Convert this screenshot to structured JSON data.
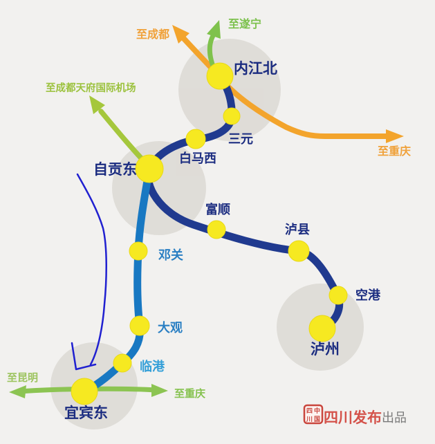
{
  "colors": {
    "background": "#f2f1ef",
    "region_circle": "#dcd9d3",
    "main_line": "#203a8f",
    "branch_line": "#1878c2",
    "chengyu_line": "#f3a42c",
    "green_arrow": "#7fc24c",
    "airport_arrow": "#a5c73c",
    "kunming_line": "#8cc452",
    "station_fill": "#f6e921",
    "station_edge": "#e8d816",
    "main_label": "#1b2c80",
    "branch_label": "#2a7fc3",
    "lingang_label": "#339fd8",
    "orange_label": "#f0a13a",
    "green_label": "#7cc14d",
    "airport_label": "#9cc23e",
    "kunming_label": "#9dc45f",
    "chongqing_south_label": "#86c24f",
    "annotation_blue": "#2020d0",
    "brand_red": "#d4524a",
    "seal_red": "#c9453c",
    "footer_gray": "#7a7a7a"
  },
  "stations": [
    {
      "name": "内江北",
      "major": true
    },
    {
      "name": "三元",
      "major": false
    },
    {
      "name": "白马西",
      "major": false
    },
    {
      "name": "自贡东",
      "major": true
    },
    {
      "name": "富顺",
      "major": false
    },
    {
      "name": "泸县",
      "major": false
    },
    {
      "name": "空港",
      "major": false
    },
    {
      "name": "泸州",
      "major": true
    },
    {
      "name": "邓关",
      "major": false
    },
    {
      "name": "大观",
      "major": false
    },
    {
      "name": "临港",
      "major": false
    },
    {
      "name": "宜宾东",
      "major": true
    }
  ],
  "directions": [
    {
      "text": "至成都"
    },
    {
      "text": "至遂宁"
    },
    {
      "text": "至重庆"
    },
    {
      "text": "至成都天府国际机场"
    },
    {
      "text": "至昆明"
    },
    {
      "text": "至重庆"
    }
  ],
  "footer": {
    "seal_chars": [
      "四",
      "中",
      "川",
      "国"
    ],
    "brand": "四川发布",
    "suffix": "出品"
  }
}
